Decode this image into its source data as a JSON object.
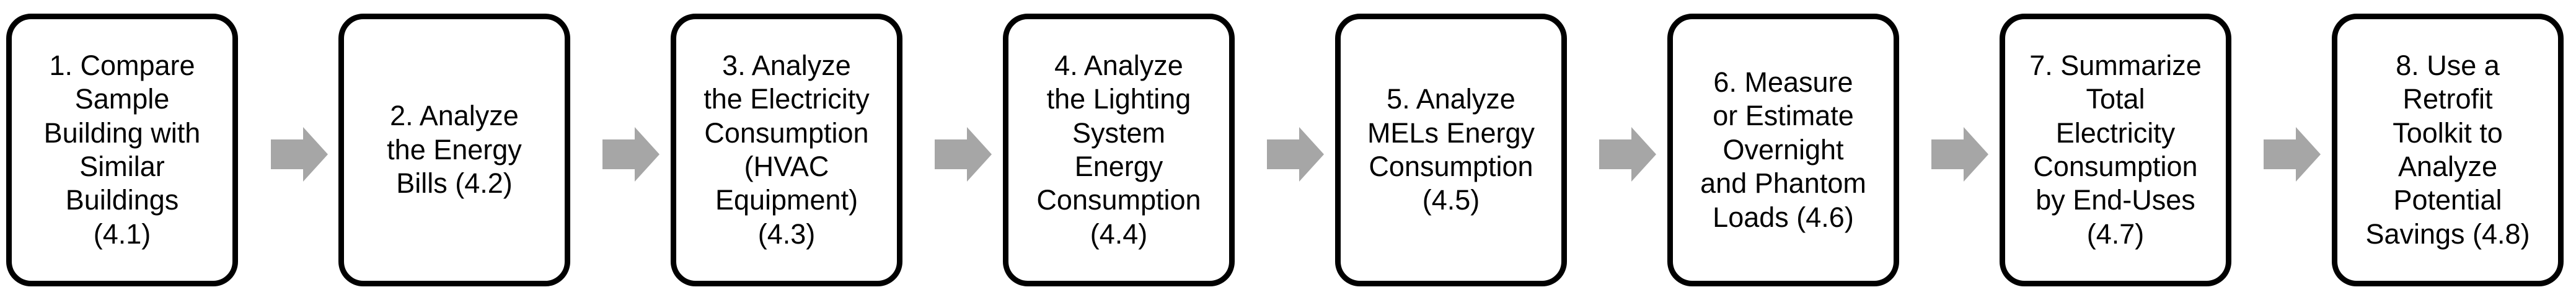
{
  "diagram": {
    "steps": [
      {
        "text": "1. Compare\nSample\nBuilding with\nSimilar\nBuildings\n(4.1)"
      },
      {
        "text": "2. Analyze\nthe Energy\nBills (4.2)"
      },
      {
        "text": "3. Analyze\nthe Electricity\nConsumption\n(HVAC\nEquipment)\n(4.3)"
      },
      {
        "text": "4. Analyze\nthe Lighting\nSystem\nEnergy\nConsumption\n(4.4)"
      },
      {
        "text": "5. Analyze\nMELs Energy\nConsumption\n(4.5)"
      },
      {
        "text": "6. Measure\nor Estimate\nOvernight\nand Phantom\nLoads (4.6)"
      },
      {
        "text": "7. Summarize\nTotal\nElectricity\nConsumption\nby End-Uses\n(4.7)"
      },
      {
        "text": "8. Use a\nRetrofit\nToolkit to\nAnalyze\nPotential\nSavings (4.8)"
      }
    ],
    "colors": {
      "box_border": "#000000",
      "box_fill": "#ffffff",
      "arrow": "#a6a6a6",
      "text": "#000000"
    },
    "arrow_icon": "right-arrow-icon"
  }
}
